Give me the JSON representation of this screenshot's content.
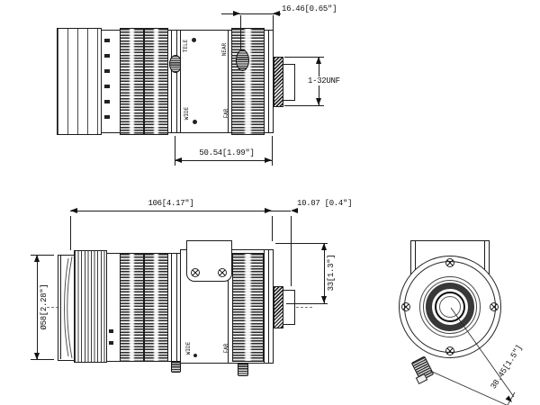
{
  "dims": {
    "flange_back": "16.46[0.65\"]",
    "thread": "1-32UNF",
    "rear_section": "50.54[1.99\"]",
    "overall_length": "106[4.17\"]",
    "mount_protrusion": "10.07 [0.4\"]",
    "front_diameter": "Ø58[2.28\"]",
    "mount_height": "33[1.3\"]",
    "screw_offset": "38.45[1.5\"]"
  },
  "labels": {
    "tele": "TELE",
    "near": "NEAR",
    "wide": "WIDE",
    "far": "FAR"
  },
  "colors": {
    "line": "#1c1c1c",
    "background": "#ffffff"
  }
}
